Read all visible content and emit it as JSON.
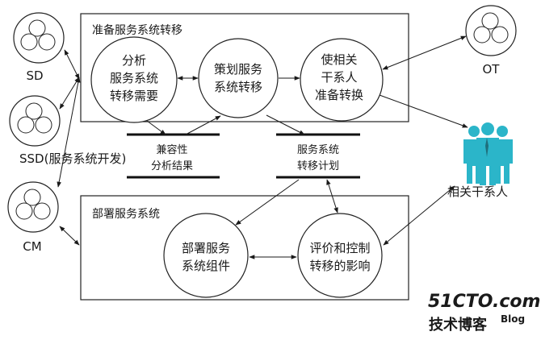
{
  "groups": {
    "prepare": "准备服务系统转移",
    "deploy": "部署服务系统"
  },
  "processes": {
    "analyze": [
      "分析",
      "服务系统",
      "转移需要"
    ],
    "plan": [
      "策划服务",
      "系统转移"
    ],
    "ready": [
      "使相关",
      "干系人",
      "准备转换"
    ],
    "deploy_components": [
      "部署服务",
      "系统组件"
    ],
    "evaluate": [
      "评价和控制",
      "转移的影响"
    ]
  },
  "stores": {
    "compat": [
      "兼容性",
      "分析结果"
    ],
    "transfer_plan": [
      "服务系统",
      "转移计划"
    ]
  },
  "externals": {
    "sd": "SD",
    "ssd": "SSD(服务系统开发)",
    "cm": "CM",
    "ot": "OT",
    "stakeholders": "相关干系人"
  },
  "watermark": {
    "site": "51CTO.com",
    "tagline": "技术博客",
    "blog": "Blog"
  },
  "colors": {
    "people": "#2bb5c9",
    "watermark_red": "#d9232d"
  }
}
